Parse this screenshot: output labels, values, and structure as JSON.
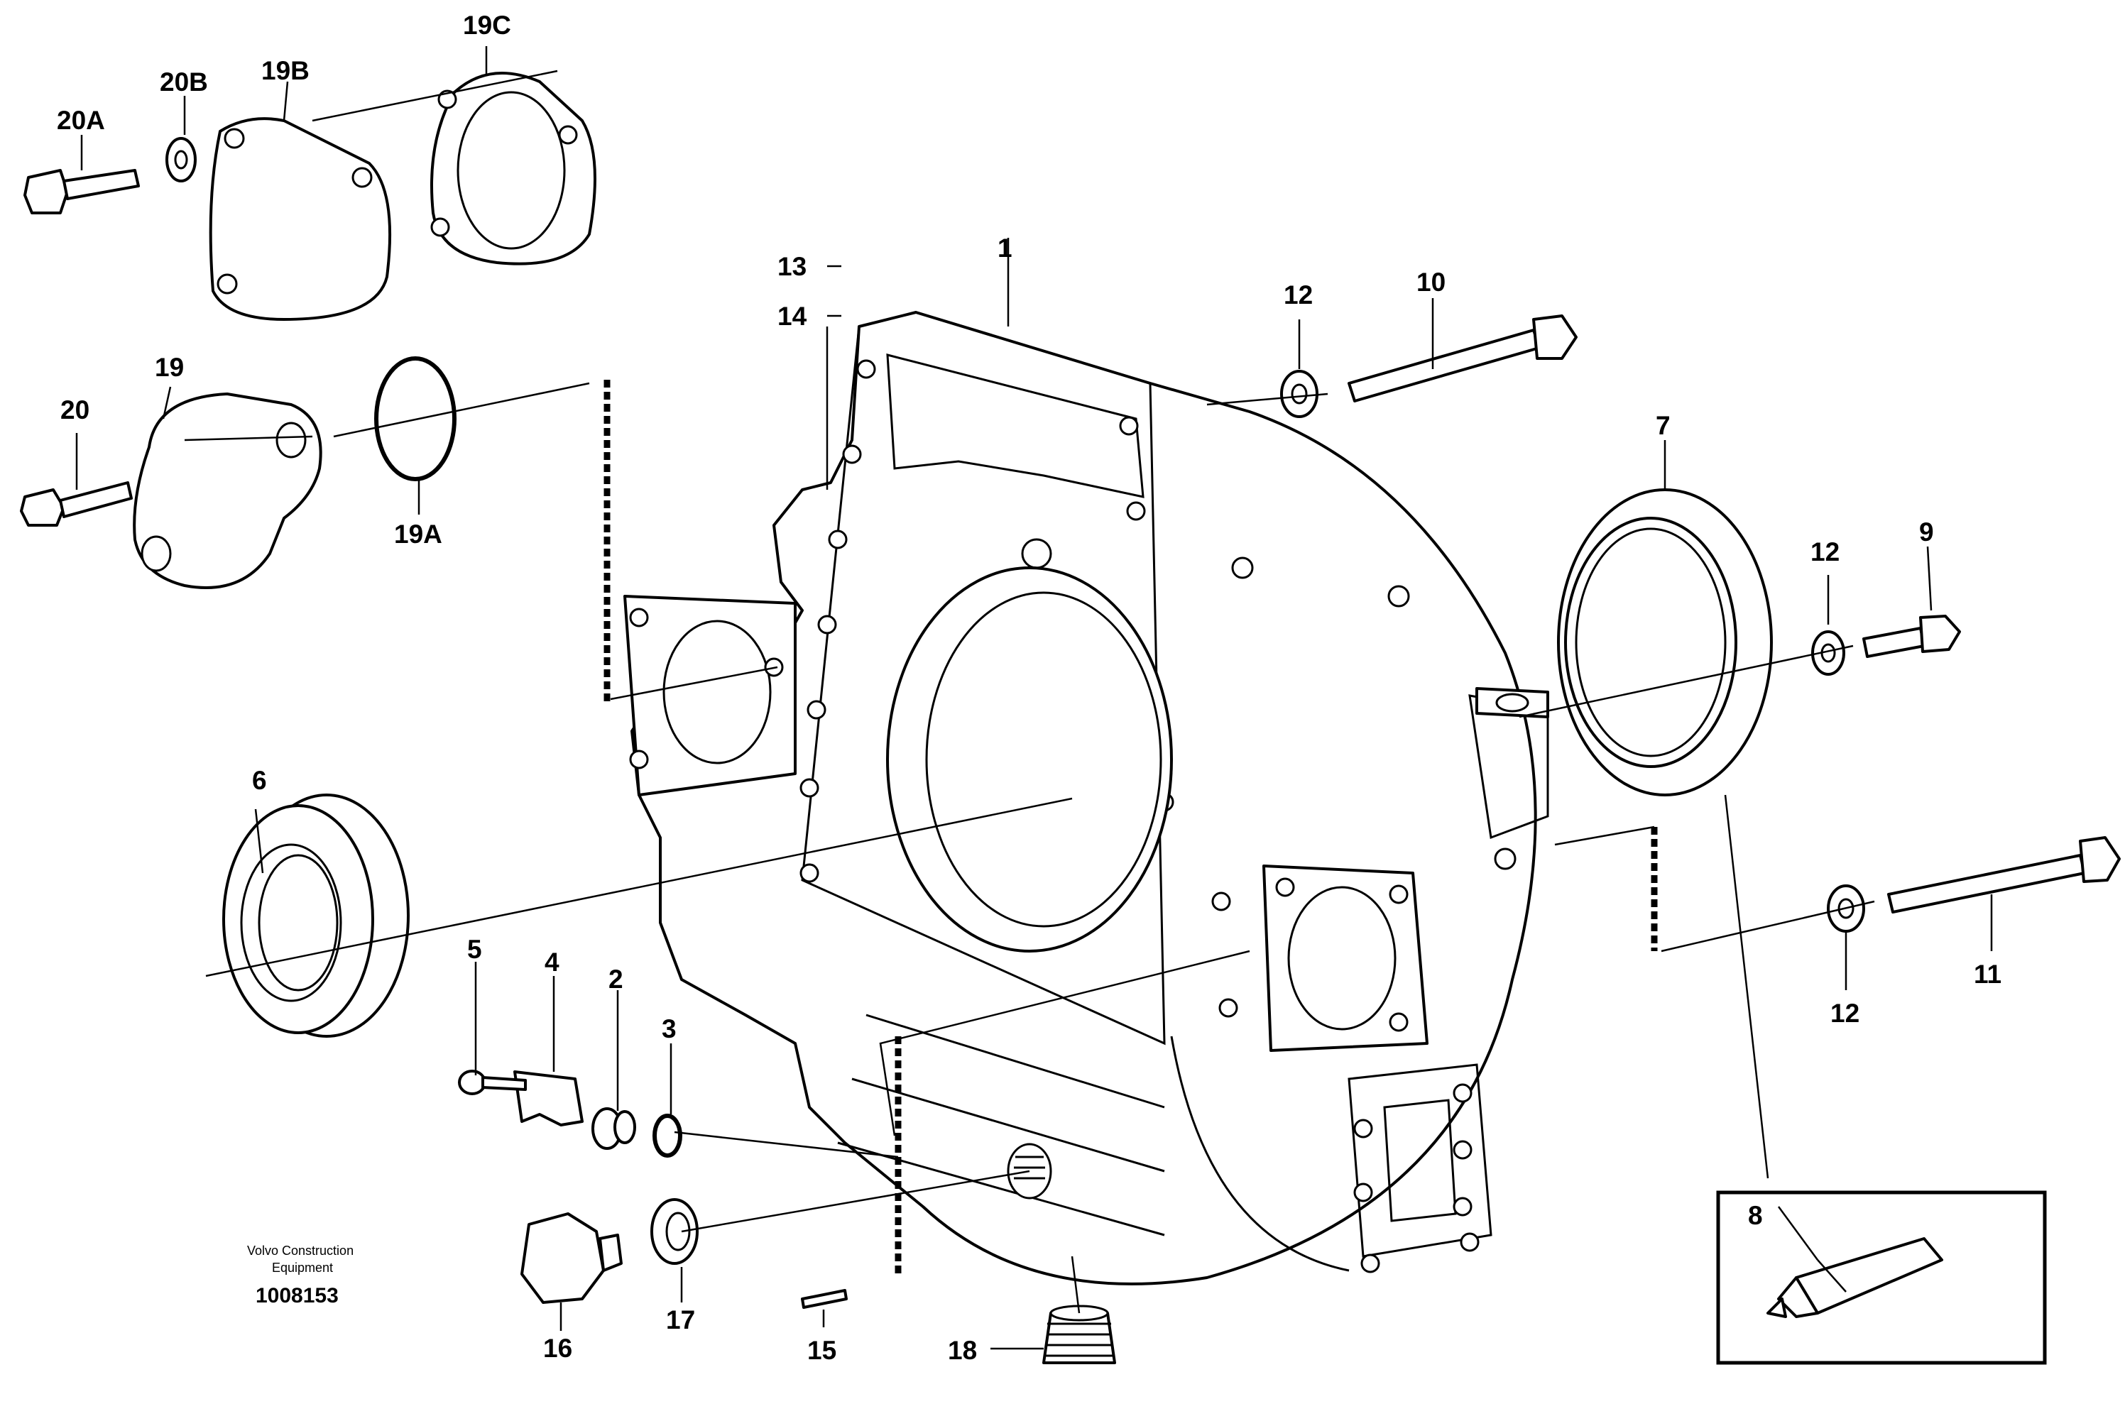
{
  "diagram": {
    "credit_line1": "Volvo Construction",
    "credit_line2": "Equipment",
    "doc_number": "1008153",
    "callouts": {
      "c1": "1",
      "c2": "2",
      "c3": "3",
      "c4": "4",
      "c5": "5",
      "c6": "6",
      "c7": "7",
      "c8": "8",
      "c9": "9",
      "c10": "10",
      "c11": "11",
      "c12a": "12",
      "c12b": "12",
      "c12c": "12",
      "c13": "13",
      "c14": "14",
      "c15": "15",
      "c16": "16",
      "c17": "17",
      "c18": "18",
      "c19": "19",
      "c19a": "19A",
      "c19b": "19B",
      "c19c": "19C",
      "c20": "20",
      "c20a": "20A",
      "c20b": "20B"
    }
  }
}
